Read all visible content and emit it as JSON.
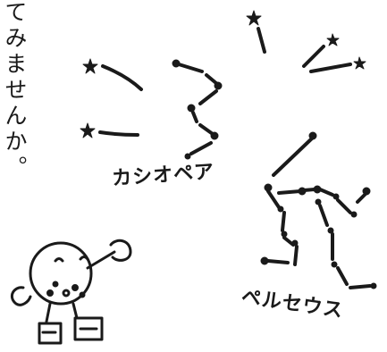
{
  "intro_text": "てみませんか。",
  "constellations": {
    "cassiopeia": "カシオペア",
    "perseus": "ペルセウス"
  },
  "colors": {
    "ink": "#1a1a1a",
    "background": "#ffffff"
  }
}
